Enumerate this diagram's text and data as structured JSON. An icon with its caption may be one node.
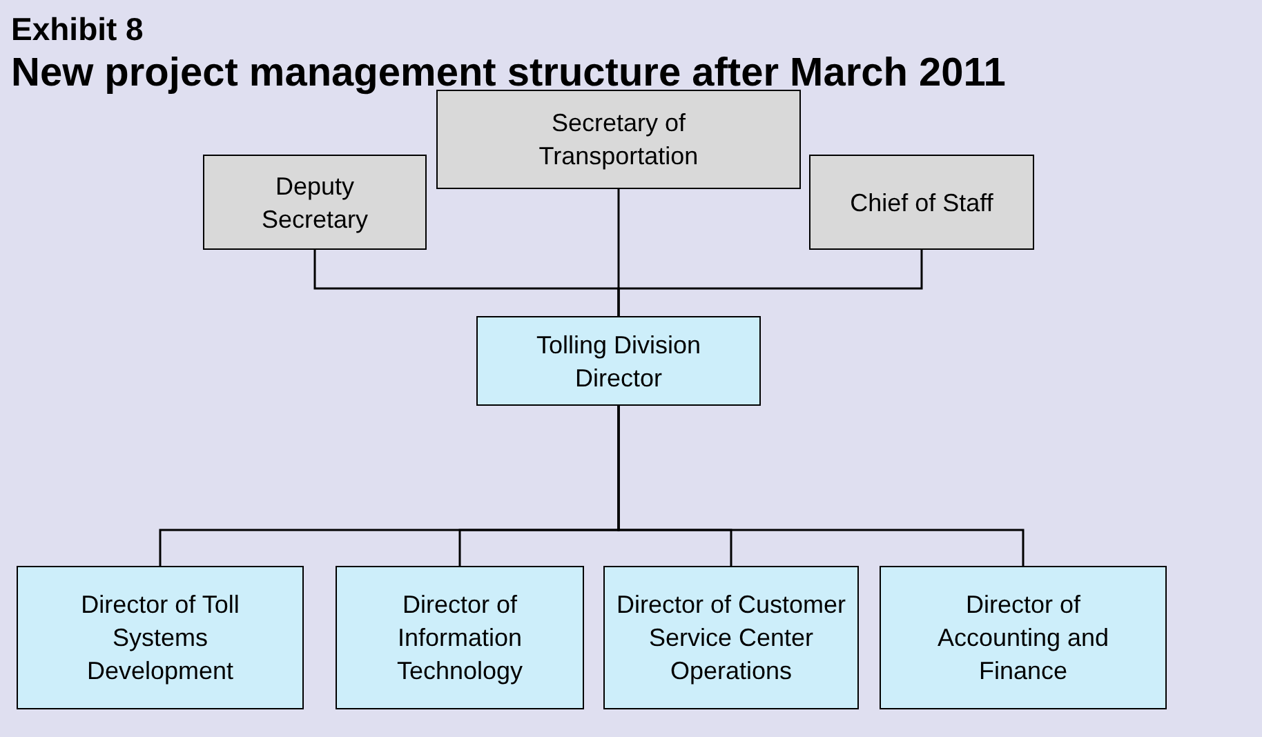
{
  "diagram": {
    "title": "New project management structure after March 2011",
    "labels": [
      "Exhibit 8"
    ],
    "nodes": [
      {
        "text": [
          "Secretary of Transportation"
        ]
      },
      {
        "text": [
          "Deputy Secretary"
        ]
      },
      {
        "text": [
          "Chief of Staff"
        ]
      },
      {
        "text": [
          "Tolling Division Director"
        ]
      },
      {
        "text": [
          "Director of Toll Systems Development"
        ]
      },
      {
        "text": [
          "Director of Information Technology"
        ]
      },
      {
        "text": [
          "Director of Customer Service Center Operations"
        ]
      },
      {
        "text": [
          "Director of Accounting and Finance"
        ]
      }
    ],
    "edges": [
      {
        "from": 0,
        "to": 3,
        "arrow": "none"
      },
      {
        "from": 1,
        "to": 3,
        "arrow": "none"
      },
      {
        "from": 2,
        "to": 3,
        "arrow": "none"
      },
      {
        "from": 3,
        "to": 4,
        "arrow": "none"
      },
      {
        "from": 3,
        "to": 5,
        "arrow": "none"
      },
      {
        "from": 3,
        "to": 6,
        "arrow": "none"
      },
      {
        "from": 3,
        "to": 7,
        "arrow": "none"
      }
    ]
  }
}
